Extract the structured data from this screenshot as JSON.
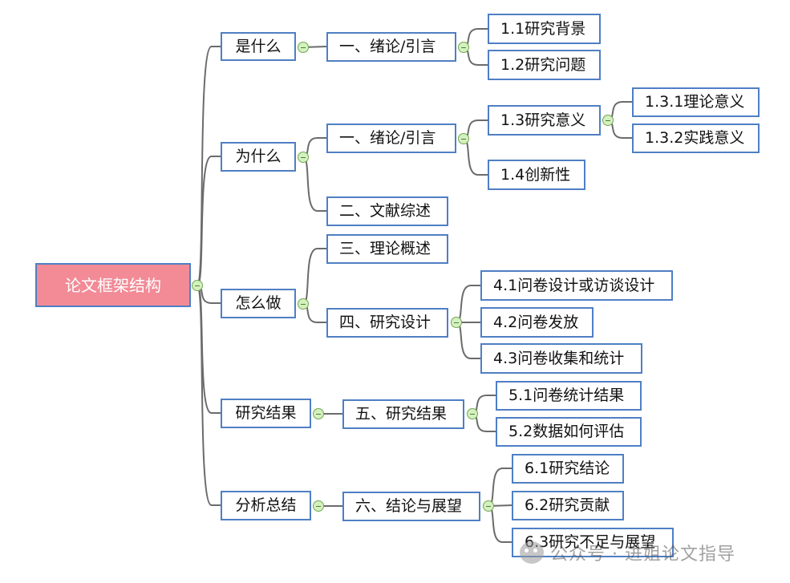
{
  "root": "论文框架结构",
  "categories": [
    "是什么",
    "为什么",
    "怎么做",
    "研究结果",
    "分析总结"
  ],
  "level2": [
    "一、绪论/引言",
    "一、绪论/引言",
    "二、文献综述",
    "三、理论概述",
    "四、研究设计",
    "五、研究结果",
    "六、结论与展望"
  ],
  "level3": [
    "1.1研究背景",
    "1.2研究问题",
    "1.3研究意义",
    "1.4创新性",
    "4.1问卷设计或访谈设计",
    "4.2问卷发放",
    "4.3问卷收集和统计",
    "5.1问卷统计结果",
    "5.2数据如何评估",
    "6.1研究结论",
    "6.2研究贡献",
    "6.3研究不足与展望"
  ],
  "level4": [
    "1.3.1理论意义",
    "1.3.2实践意义"
  ],
  "watermark": "公众号 · 进姐论文指导",
  "colors": {
    "node_border": "#4f7fc4",
    "root_fill": "#f28b96",
    "toggle_fill": "#d5f0c0",
    "connector": "#6b6b6b"
  }
}
